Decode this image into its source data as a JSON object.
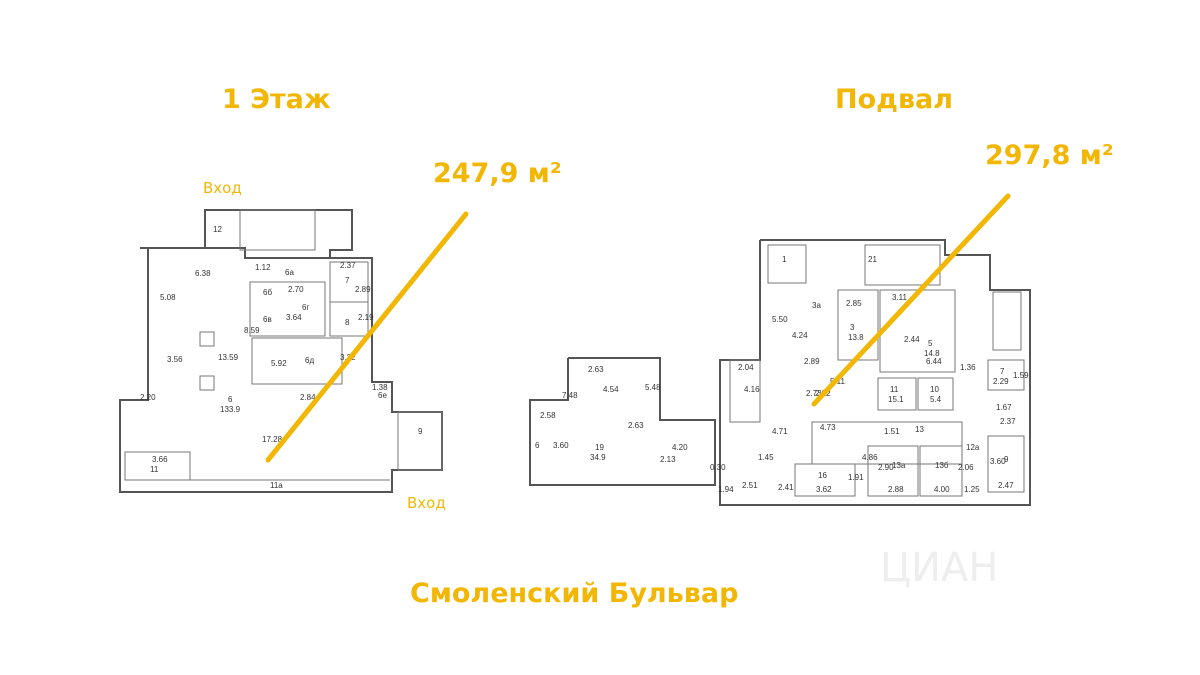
{
  "labels": {
    "floor1": "1 Этаж",
    "basement": "Подвал",
    "area_floor1": "247,9 м²",
    "area_basement": "297,8 м²",
    "entrance_top": "Вход",
    "entrance_bottom": "Вход",
    "street": "Смоленский Бульвар"
  },
  "floor1_rooms": [
    {
      "id": "12",
      "area": ""
    },
    {
      "id": "6а",
      "area": ""
    },
    {
      "id": "6б",
      "area": ""
    },
    {
      "id": "6в",
      "area": ""
    },
    {
      "id": "6г",
      "area": ""
    },
    {
      "id": "6д",
      "area": ""
    },
    {
      "id": "6е",
      "area": ""
    },
    {
      "id": "7",
      "area": ""
    },
    {
      "id": "8",
      "area": ""
    },
    {
      "id": "6",
      "area": "133.9"
    },
    {
      "id": "9",
      "area": ""
    },
    {
      "id": "11",
      "area": ""
    },
    {
      "id": "11а",
      "area": ""
    }
  ],
  "floor1_dims": [
    "6.38",
    "5.08",
    "3.56",
    "2.20",
    "13.59",
    "17.28",
    "3.66",
    "1.12",
    "2.70",
    "2.37",
    "2.89",
    "3.64",
    "8.59",
    "5.92",
    "3.32",
    "1.38",
    "2.84",
    "2.19"
  ],
  "basement_rooms": [
    {
      "id": "1",
      "area": ""
    },
    {
      "id": "21",
      "area": ""
    },
    {
      "id": "3а",
      "area": ""
    },
    {
      "id": "3",
      "area": "13.8"
    },
    {
      "id": "5",
      "area": "14.8"
    },
    {
      "id": "19",
      "area": "34.9"
    },
    {
      "id": "6",
      "area": ""
    },
    {
      "id": "11",
      "area": "15.1"
    },
    {
      "id": "10",
      "area": "5.4"
    },
    {
      "id": "13",
      "area": ""
    },
    {
      "id": "13а",
      "area": ""
    },
    {
      "id": "13б",
      "area": ""
    },
    {
      "id": "16",
      "area": ""
    },
    {
      "id": "12а",
      "area": ""
    },
    {
      "id": "9",
      "area": ""
    },
    {
      "id": "7",
      "area": ""
    }
  ],
  "basement_dims": [
    "2.63",
    "7.48",
    "4.54",
    "5.48",
    "2.58",
    "3.60",
    "2.63",
    "2.13",
    "4.20",
    "0.30",
    "1.94",
    "2.04",
    "4.16",
    "5.50",
    "4.24",
    "2.85",
    "3.11",
    "2.89",
    "5.11",
    "6.44",
    "2.44",
    "4.73",
    "4.71",
    "1.51",
    "2.41",
    "3.62",
    "1.91",
    "2.51",
    "1.45",
    "2.88",
    "4.00",
    "1.25",
    "2.90",
    "4.86",
    "2.06",
    "3.60",
    "2.47",
    "2.29",
    "1.59",
    "2.37",
    "1.67",
    "1.36",
    "2.73",
    "2.22"
  ],
  "watermark": "ЦИАН",
  "colors": {
    "accent": "#f2b705",
    "line": "#555555",
    "background": "#ffffff"
  }
}
